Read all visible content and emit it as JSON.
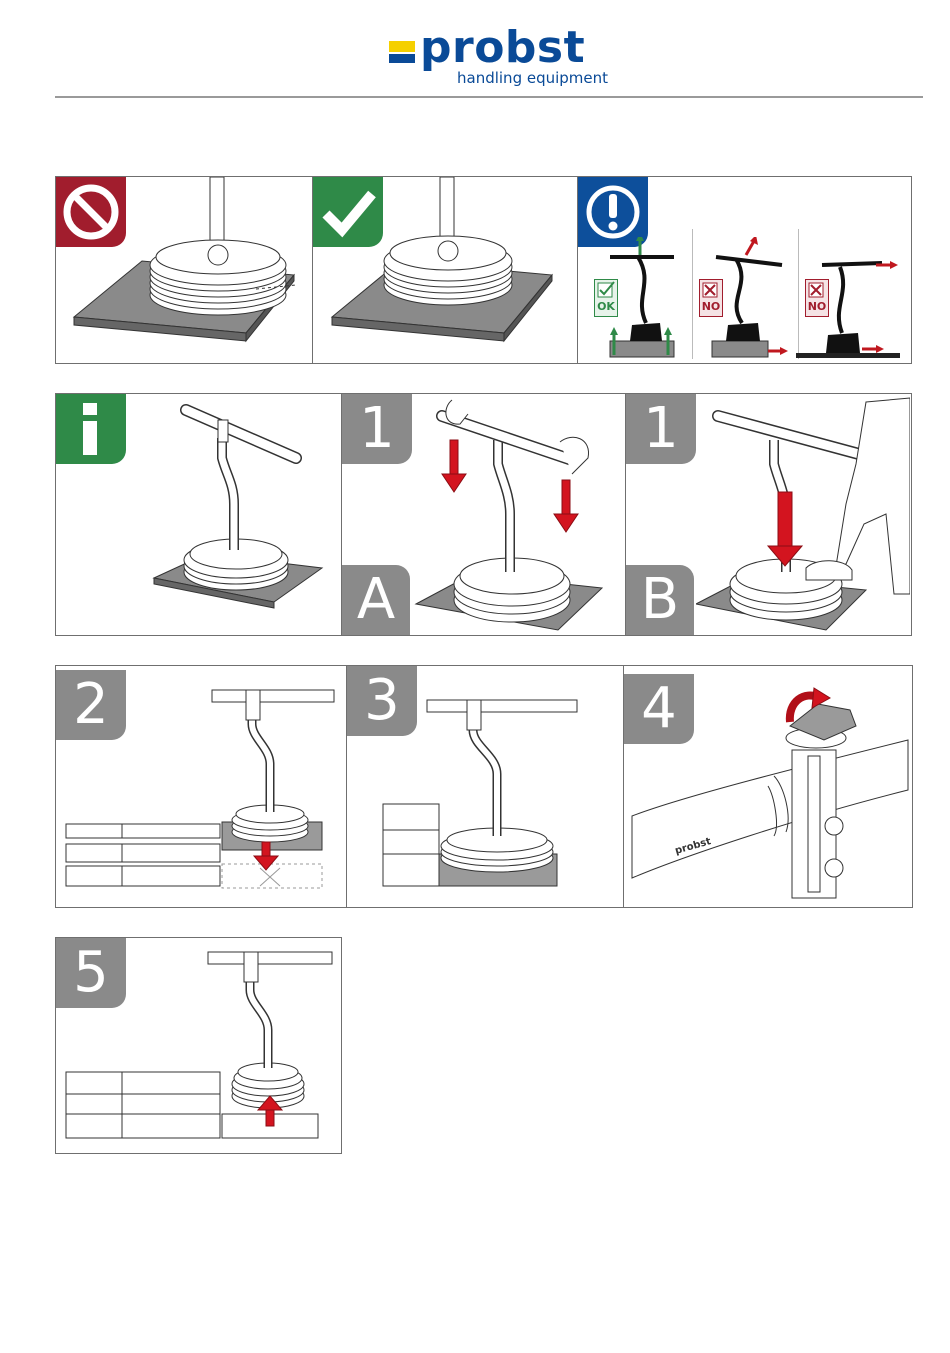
{
  "header": {
    "brand": "probst",
    "tagline": "handling equipment"
  },
  "row1": {
    "warning_labels": [
      "OK",
      "NO",
      "NO"
    ]
  },
  "row2": {
    "step_1a_number": "1",
    "step_1a_letter": "A",
    "step_1b_number": "1",
    "step_1b_letter": "B"
  },
  "row3": {
    "step2": "2",
    "step3": "3",
    "step4": "4"
  },
  "row4": {
    "step5": "5"
  },
  "handle_brand": "probst",
  "colors": {
    "brand_blue": "#0a4a97",
    "brand_yellow": "#f5d000",
    "prohibited_red": "#a11d2d",
    "ok_green": "#2f8a48",
    "notice_blue": "#0d4f9b",
    "step_gray": "#8a8a8a",
    "arrow_red": "#d3141f"
  },
  "icons": [
    "prohibited-icon",
    "checkmark-icon",
    "exclamation-icon",
    "info-icon"
  ]
}
